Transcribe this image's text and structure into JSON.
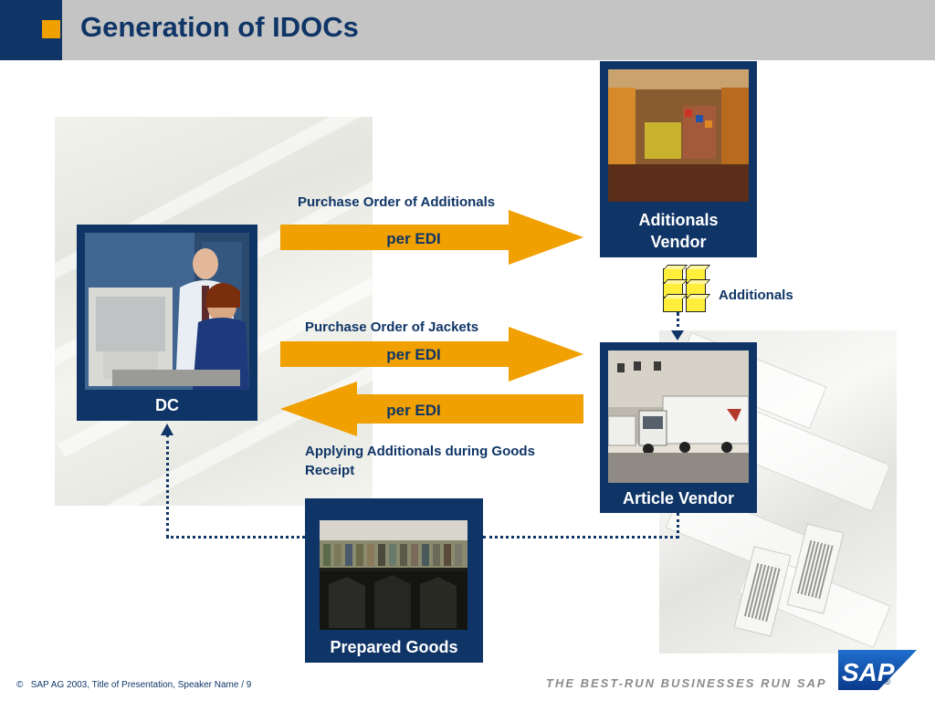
{
  "slide": {
    "title": "Generation of IDOCs"
  },
  "nodes": {
    "dc": "DC",
    "additionals_vendor_line1": "Aditionals",
    "additionals_vendor_line2": "Vendor",
    "article_vendor": "Article Vendor",
    "prepared_goods": "Prepared Goods"
  },
  "flows": {
    "po_additionals": "Purchase Order of Additionals",
    "po_jackets": "Purchase Order of Jackets",
    "applying_line1": "Applying Additionals during Goods",
    "applying_line2": "Receipt",
    "per_edi_1": "per EDI",
    "per_edi_2": "per EDI",
    "per_edi_3": "per EDI",
    "additionals": "Additionals"
  },
  "footer": {
    "copyright_symbol": "©",
    "text": "SAP AG 2003, Title of Presentation, Speaker Name / 9",
    "slogan": "THE BEST-RUN BUSINESSES RUN SAP",
    "logo_text": "SAP",
    "registered": "®"
  },
  "colors": {
    "navy": "#0f3567",
    "orange": "#f0a000",
    "header_gray": "#c4c4c4",
    "cube_yellow": "#ffef3a"
  }
}
